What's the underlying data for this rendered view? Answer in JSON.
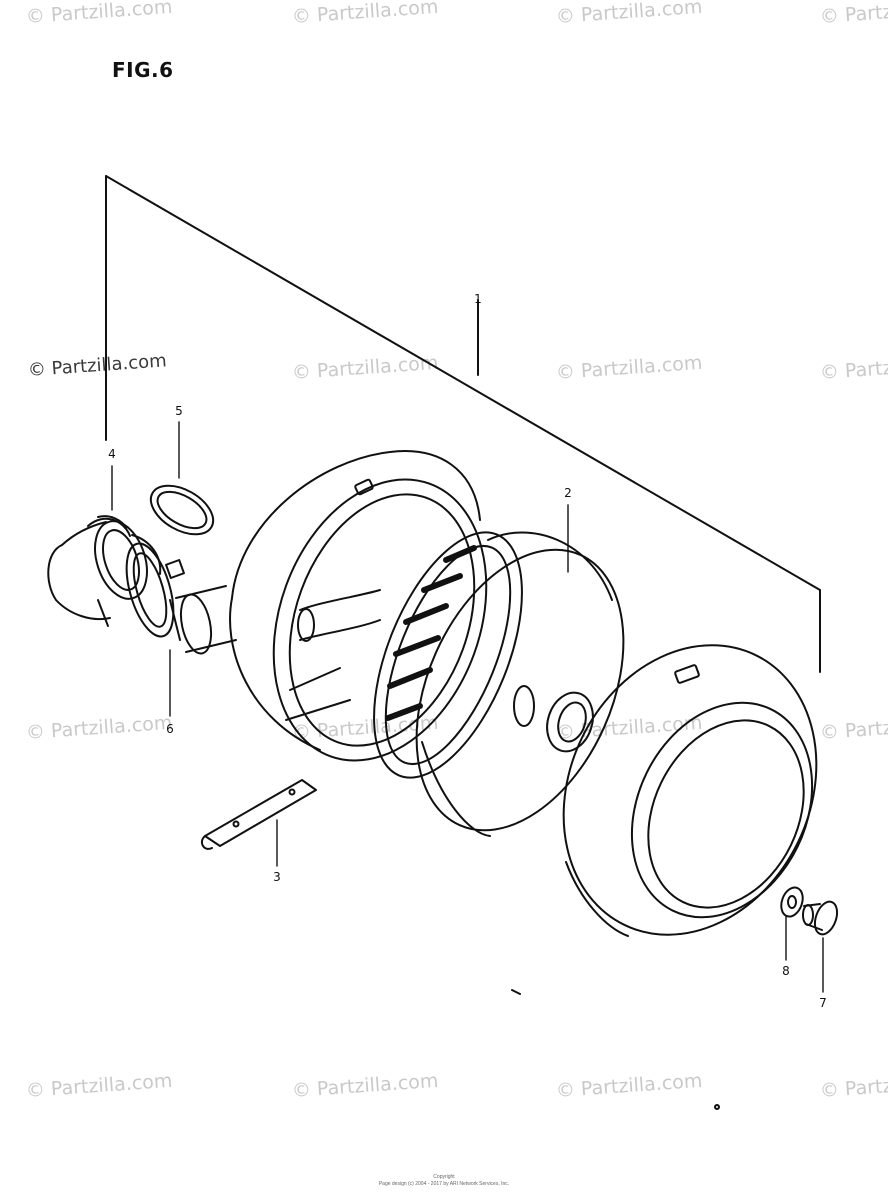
{
  "figure": {
    "title": "FIG.6"
  },
  "watermark": {
    "text": "© Partzilla.com"
  },
  "callouts": {
    "c1": "1",
    "c2": "2",
    "c3": "3",
    "c4": "4",
    "c5": "5",
    "c6": "6",
    "c7": "7",
    "c8": "8"
  },
  "footer": {
    "line1": "Copyright",
    "line2": "Page design (c) 2004 - 2017 by ARI Network Services, Inc."
  }
}
